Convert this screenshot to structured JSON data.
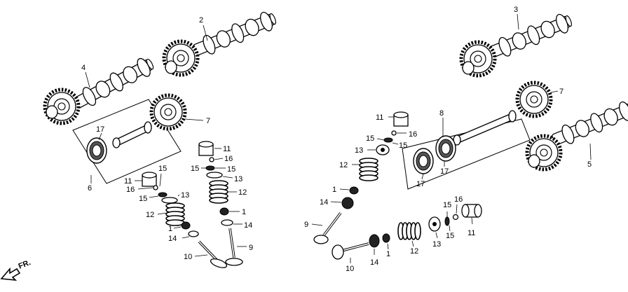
{
  "callouts": {
    "c1": "1",
    "c2": "2",
    "c3": "3",
    "c4": "4",
    "c5": "5",
    "c6": "6",
    "c7": "7",
    "c8": "8",
    "c9": "9",
    "c10": "10",
    "c11": "11",
    "c12": "12",
    "c13": "13",
    "c14": "14",
    "c15": "15",
    "c16": "16",
    "c17": "17"
  },
  "direction": {
    "label": "FR."
  }
}
